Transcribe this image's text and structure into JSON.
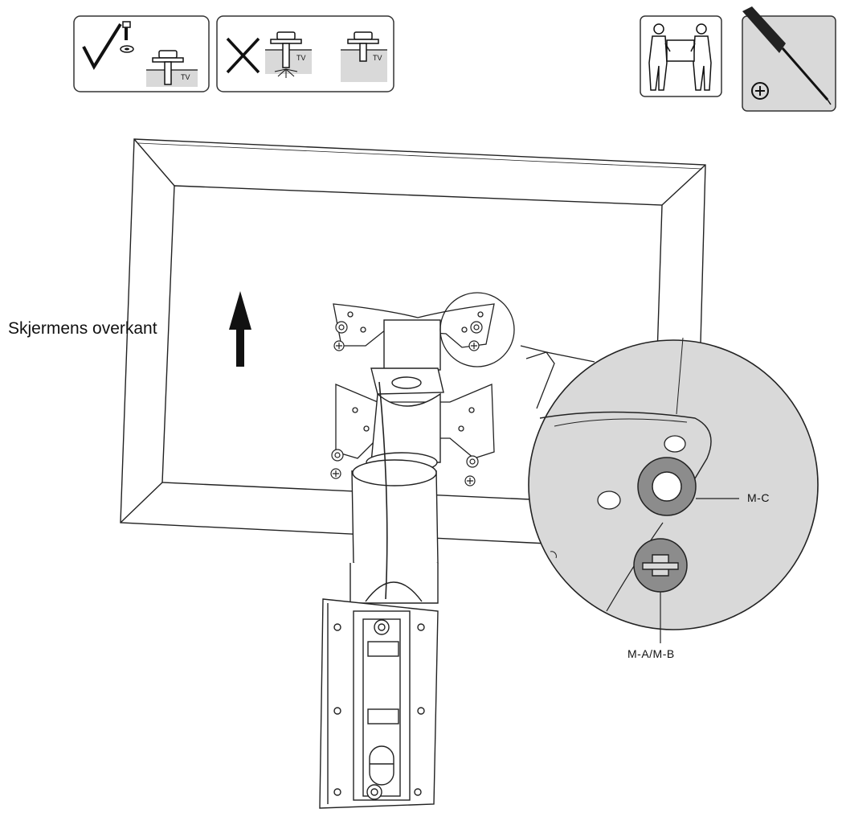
{
  "instructions": {
    "screen_top_label": "Skjermens overkant"
  },
  "icons": {
    "correct_label": "TV",
    "wrong_label_1": "TV",
    "wrong_label_2": "TV"
  },
  "callouts": {
    "spacer": "M-C",
    "screw": "M-A/M-B"
  },
  "colors": {
    "panel_grey": "#d9d9d9",
    "line": "#1a1a1a",
    "spacer_grey": "#8c8c8c"
  }
}
